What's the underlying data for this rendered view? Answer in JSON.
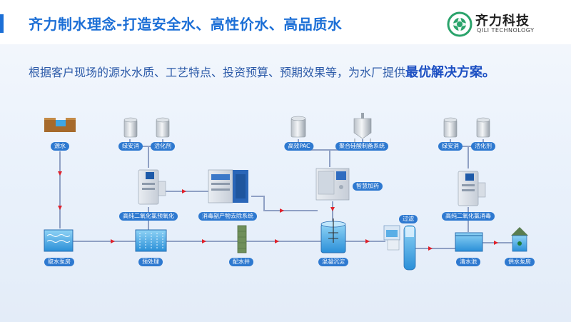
{
  "header": {
    "title": "齐力制水理念-打造安全水、高性价水、高品质水",
    "logo_name": "齐力科技",
    "logo_en": "QILI TECHNOLOGY"
  },
  "subtitle": {
    "text": "根据客户现场的源水水质、工艺特点、投资预算、预期效果等，为水厂提供",
    "emphasis": "最优解决方案。"
  },
  "labels": {
    "source": "源水",
    "disinfect_1": "绿安消",
    "activator_1": "活化剂",
    "chlorine_pre": "高纯二氧化氯预氧化",
    "byproduct": "消毒副产物去除系统",
    "pac": "高效PAC",
    "silicate": "聚合硅酸制备系统",
    "smart_dosing": "智慧加药",
    "disinfect_2": "绿安消",
    "activator_2": "活化剂",
    "chlorine_dis": "高纯二氧化氯消毒",
    "intake_pump": "取水泵房",
    "pretreat": "预处理",
    "distribution_well": "配水井",
    "coagulation": "混凝沉淀",
    "filter": "过滤",
    "clear_pool": "清水池",
    "supply_pump": "供水泵房"
  },
  "colors": {
    "title": "#1c6fd6",
    "pipe": "#8fa0c4",
    "arrow": "#e0202a",
    "label_bg": "#2e79d0"
  }
}
